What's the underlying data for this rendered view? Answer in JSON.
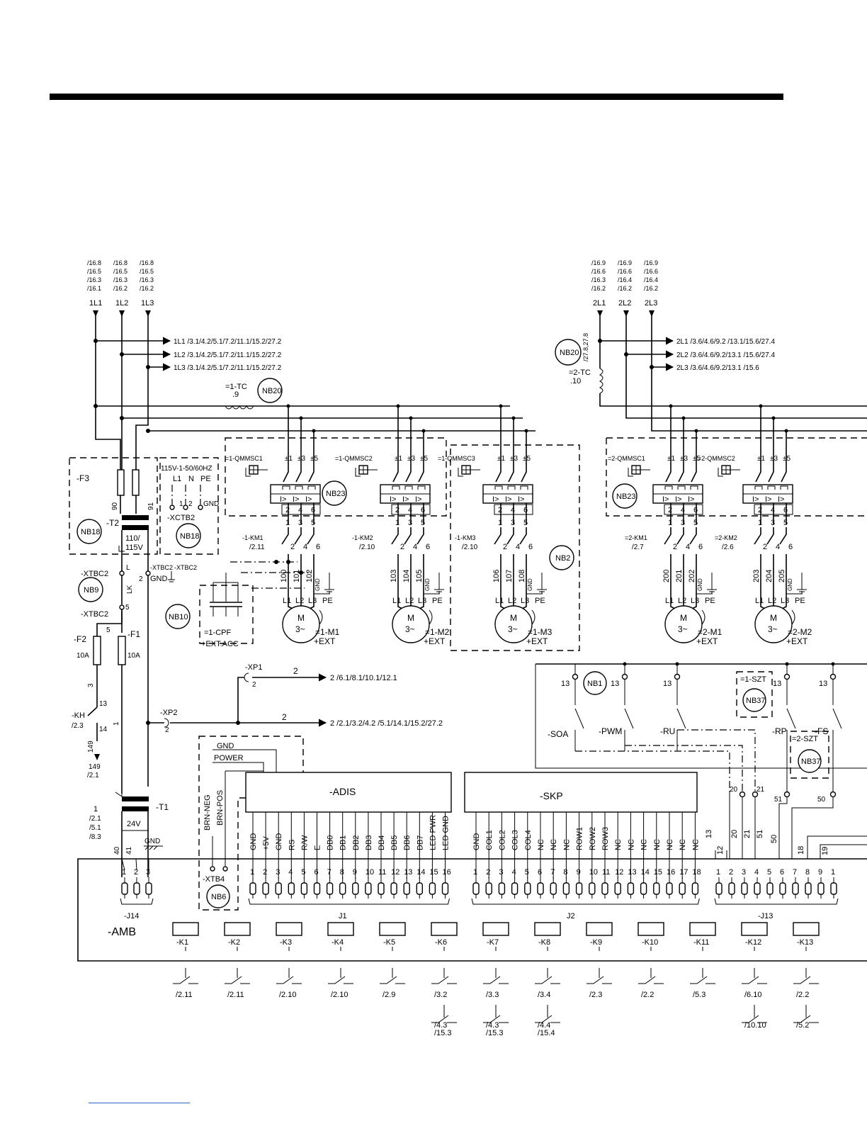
{
  "supply_left": [
    {
      "refs": [
        "/16.8",
        "/16.5",
        "/16.3",
        "/16.1"
      ],
      "label": "1L1"
    },
    {
      "refs": [
        "/16.8",
        "/16.5",
        "/16.3",
        "/16.2"
      ],
      "label": "1L2"
    },
    {
      "refs": [
        "/16.8",
        "/16.5",
        "/16.3",
        "/16.2"
      ],
      "label": "1L3"
    }
  ],
  "supply_right": [
    {
      "refs": [
        "/16.9",
        "/16.6",
        "/16.3",
        "/16.2"
      ],
      "label": "2L1"
    },
    {
      "refs": [
        "/16.9",
        "/16.6",
        "/16.4",
        "/16.2"
      ],
      "label": "2L2"
    },
    {
      "refs": [
        "/16.9",
        "/16.6",
        "/16.4",
        "/16.2"
      ],
      "label": "2L3"
    }
  ],
  "bus_left": [
    "1L1 /3.1/4.2/5.1/7.2/11.1/15.2/27.2",
    "1L2 /3.1/4.2/5.1/7.2/11.1/15.2/27.2",
    "1L3 /3.1/4.2/5.1/7.2/11.1/15.2/27.2"
  ],
  "bus_right": [
    "2L1 /3.6/4.6/9.2 /13.1/15.6/27.4",
    "2L2 /3.6/4.6/9.2/13.1 /15.6/27.4",
    "2L3 /3.6/4.6/9.2/13.1 /15.6"
  ],
  "tc_left": {
    "name": "=1-TC",
    "ref": ".9"
  },
  "tc_right": {
    "name": "=2-TC",
    "ref": ".10",
    "vref": "/27.8,27.8"
  },
  "note_badges": {
    "nb20_left": "NB20",
    "nb20_right": "NB20",
    "nb23_left": "NB23",
    "nb23_right": "NB23",
    "nb18_a": "NB18",
    "nb18_b": "NB18",
    "nb9": "NB9",
    "nb10": "NB10",
    "nb2": "NB2",
    "nb1": "NB1",
    "nb37_a": "NB37",
    "nb37_b": "NB37",
    "nb6": "NB6"
  },
  "breakers": [
    {
      "name": "=1-QMMSC1",
      "contactor": "-1-KM1",
      "cref": "/2.11",
      "wires": [
        "100",
        "101",
        "102"
      ],
      "motor": "=1-M1",
      "loc": "+EXT"
    },
    {
      "name": "=1-QMMSC2",
      "contactor": "-1-KM2",
      "cref": "/2.10",
      "wires": [
        "103",
        "104",
        "105"
      ],
      "motor": "=1-M2",
      "loc": "+EXT"
    },
    {
      "name": "=1-QMMSC3",
      "contactor": "-1-KM3",
      "cref": "/2.10",
      "wires": [
        "106",
        "107",
        "108"
      ],
      "motor": "=1-M3",
      "loc": "+EXT"
    },
    {
      "name": "=2-QMMSC1",
      "contactor": "=2-KM1",
      "cref": "/2.7",
      "wires": [
        "200",
        "201",
        "202"
      ],
      "motor": "=2-M1",
      "loc": "+EXT"
    },
    {
      "name": "=2-QMMSC2",
      "contactor": "=2-KM2",
      "cref": "/2.6",
      "wires": [
        "203",
        "204",
        "205"
      ],
      "motor": "=2-M2",
      "loc": "+EXT"
    }
  ],
  "breaker_terms_top": [
    "±1",
    "±3",
    "±5"
  ],
  "breaker_terms_mid": [
    "2",
    "4",
    "6"
  ],
  "breaker_terms_bot": [
    "1",
    "3",
    "5"
  ],
  "breaker_terms_low": [
    "2",
    "4",
    "6"
  ],
  "motor_terms": [
    "L1",
    "L2",
    "L3",
    "PE"
  ],
  "motor_symbol": {
    "m": "M",
    "phase": "3~"
  },
  "gnd_word": "GND",
  "fuse_block": {
    "f3": "-F3",
    "t2": "-T2",
    "wire90": "90",
    "wire91": "91",
    "ratio_top": "110/",
    "ratio_bot": "115V"
  },
  "supply_box": {
    "title": "115V-1-50/60HZ",
    "l1": "L1",
    "n": "N",
    "pe": "PE",
    "n1": "1",
    "n2": "2",
    "gnd": "GND",
    "name": "-XCTB2"
  },
  "xtbc": {
    "top": "-XTBC2",
    "lk": "LK",
    "bot": "-XTBC2",
    "l_mark": "L",
    "t5": "5",
    "t2": "2",
    "r1": "-XTBC2",
    "r2": "-XTBC2",
    "gnd": "GND"
  },
  "cpf": {
    "name": "=1-CPF",
    "loc": "+EXT.ACC"
  },
  "f_block": {
    "f2": "-F2",
    "f1": "-F1",
    "a2": "10A",
    "a1": "10A",
    "w5": "5",
    "w3": "3",
    "w13": "13",
    "w1": "1",
    "kh": "-KH",
    "kh_ref": "/2.3",
    "w14": "14",
    "w149": "149",
    "w149b": "149",
    "ref149": "/2.1"
  },
  "t1": {
    "name": "-T1",
    "v": "24V",
    "refs": [
      "1",
      "/2.1",
      "/5.1",
      "/8.3"
    ],
    "w40": "40",
    "w41": "41",
    "gnd": "GND"
  },
  "xp": {
    "xp1": "-XP1",
    "xp1_w": "2",
    "xp1_pin": "2",
    "xp1_ref": "2 /6.1/8.1/10.1/12.1",
    "xp2": "-XP2",
    "xp2_w": "2",
    "xp2_pin": "2",
    "xp2_ref": "2 /2.1/3.2/4.2 /5.1/14.1/15.2/27.2"
  },
  "display_group": {
    "gnd": "GND",
    "power": "POWER",
    "neg": "BRN-NEG",
    "pos": "BRN-POS",
    "xtb4": "-XTB4"
  },
  "adis": {
    "name": "-ADIS",
    "pins": [
      "GND",
      "+5V",
      "GND",
      "RS",
      "R/W",
      "E",
      "DB0",
      "DB1",
      "DB2",
      "DB3",
      "DB4",
      "DB5",
      "DB6",
      "DB7",
      "LED PWR",
      "LED GND"
    ]
  },
  "skp": {
    "name": "-SKP",
    "pins": [
      "GND",
      "COL1",
      "COL2",
      "COL3",
      "COL4",
      "NC",
      "NC",
      "NC",
      "ROW1",
      "ROW2",
      "ROW3",
      "NC",
      "NC",
      "NC",
      "NC",
      "NC",
      "NC",
      "NC"
    ]
  },
  "switches": [
    {
      "name": "-SOA",
      "term": "13"
    },
    {
      "name": "-PWM",
      "term": "13"
    },
    {
      "name": "-RU",
      "term": "13"
    },
    {
      "name": "-RP",
      "term": "13"
    },
    {
      "name": "-FS",
      "term": "13"
    }
  ],
  "szt": {
    "a": "=1-SZT",
    "b": "=2-SZT"
  },
  "j13_wires": [
    "12",
    "13",
    "20",
    "21",
    "51",
    "50",
    "18",
    "19"
  ],
  "j13_wire_tags": {
    "w20": "20",
    "w21": "21",
    "w51": "51",
    "w50": "50"
  },
  "amb": {
    "name": "-AMB",
    "j14": {
      "name": "-J14",
      "pins": [
        "1",
        "2",
        "3"
      ]
    },
    "j1": {
      "name": "J1",
      "pins": [
        "1",
        "2",
        "3",
        "4",
        "5",
        "6",
        "7",
        "8",
        "9",
        "10",
        "11",
        "12",
        "13",
        "14",
        "15",
        "16"
      ]
    },
    "j2": {
      "name": "J2",
      "pins": [
        "1",
        "2",
        "3",
        "4",
        "5",
        "6",
        "7",
        "8",
        "9",
        "10",
        "11",
        "12",
        "13",
        "14",
        "15",
        "16",
        "17",
        "18"
      ]
    },
    "j13": {
      "name": "-J13",
      "pins": [
        "1",
        "2",
        "3",
        "4",
        "5",
        "6",
        "7",
        "8",
        "9",
        "1"
      ]
    },
    "relays": [
      "-K1",
      "-K2",
      "-K3",
      "-K4",
      "-K5",
      "-K6",
      "-K7",
      "-K8",
      "-K9",
      "-K10",
      "-K11",
      "-K12",
      "-K13"
    ]
  },
  "relay_refs": [
    "/2.11",
    "/2.11",
    "/2.10",
    "/2.10",
    "/2.9",
    "/3.2",
    "/3.3",
    "/3.4",
    "/2.3",
    "/2.2",
    "/5.3",
    "/6.10",
    "/2.2"
  ],
  "relay_refs_second": {
    "k6": [
      "/4.3",
      "/15.3"
    ],
    "k7": [
      "/4.3",
      "/15.3"
    ],
    "k8": [
      "/4.4",
      "/15.4"
    ],
    "k12": [
      "/10.10"
    ],
    "k13": [
      "/5.2"
    ]
  }
}
